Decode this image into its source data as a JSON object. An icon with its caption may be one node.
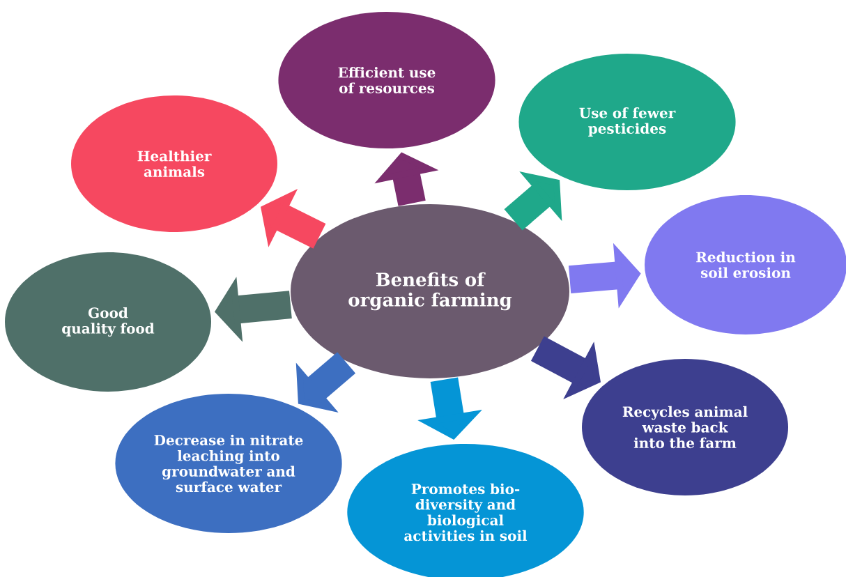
{
  "diagram": {
    "nodes": [
      {
        "text": [
          "Benefits of organic farming"
        ]
      },
      {
        "text": [
          "Efficient use of resources"
        ]
      },
      {
        "text": [
          "Use of fewer pesticides"
        ]
      },
      {
        "text": [
          "Reduction in soil erosion"
        ]
      },
      {
        "text": [
          "Recycles animal waste back into the farm"
        ]
      },
      {
        "text": [
          "Promotes bio-diversity and biological activities in soil"
        ]
      },
      {
        "text": [
          "Decrease in nitrate leaching into groundwater and surface water"
        ]
      },
      {
        "text": [
          "Good quality food"
        ]
      },
      {
        "text": [
          "Healthier animals"
        ]
      }
    ],
    "edges": [
      {
        "from": 0,
        "to": 1,
        "arrow": "to",
        "color": "#7b2d6e"
      },
      {
        "from": 0,
        "to": 2,
        "arrow": "to",
        "color": "#1fa88a"
      },
      {
        "from": 0,
        "to": 3,
        "arrow": "to",
        "color": "#8079f0"
      },
      {
        "from": 0,
        "to": 4,
        "arrow": "to",
        "color": "#3d3f8f"
      },
      {
        "from": 0,
        "to": 5,
        "arrow": "to",
        "color": "#0595d6"
      },
      {
        "from": 0,
        "to": 6,
        "arrow": "to",
        "color": "#3d6fc1"
      },
      {
        "from": 0,
        "to": 7,
        "arrow": "to",
        "color": "#4f7069"
      },
      {
        "from": 0,
        "to": 8,
        "arrow": "to",
        "color": "#f64860"
      }
    ]
  }
}
